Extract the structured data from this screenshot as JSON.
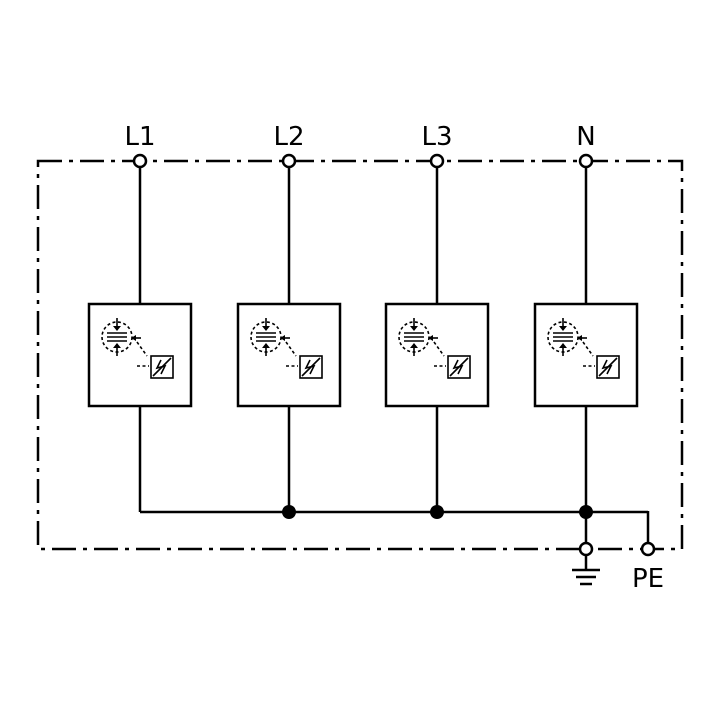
{
  "terminals": {
    "top": [
      "L1",
      "L2",
      "L3",
      "N"
    ],
    "pe_label": "PE"
  },
  "icons": {
    "gap": "spark-gap-icon",
    "varistor": "varistor-icon",
    "ground": "ground-icon"
  }
}
